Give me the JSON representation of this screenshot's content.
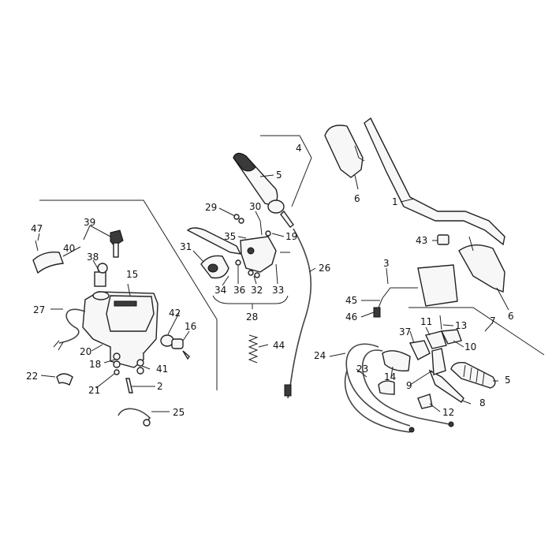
{
  "labels": {
    "l1": "1",
    "l2": "2",
    "l3": "3",
    "l4": "4",
    "l5a": "5",
    "l5b": "5",
    "l6a": "6",
    "l6b": "6",
    "l7": "7",
    "l8": "8",
    "l9": "9",
    "l10": "10",
    "l11": "11",
    "l12": "12",
    "l13": "13",
    "l14": "14",
    "l15": "15",
    "l16": "16",
    "l18": "18",
    "l19": "19",
    "l20": "20",
    "l21": "21",
    "l22": "22",
    "l23": "23",
    "l24": "24",
    "l25": "25",
    "l26": "26",
    "l27": "27",
    "l28": "28",
    "l29": "29",
    "l30": "30",
    "l31": "31",
    "l32": "32",
    "l33": "33",
    "l34": "34",
    "l35": "35",
    "l36": "36",
    "l37": "37",
    "l38": "38",
    "l39": "39",
    "l40": "40",
    "l41": "41",
    "l42": "42",
    "l43": "43",
    "l44": "44",
    "l45": "45",
    "l46": "46",
    "l47": "47"
  }
}
